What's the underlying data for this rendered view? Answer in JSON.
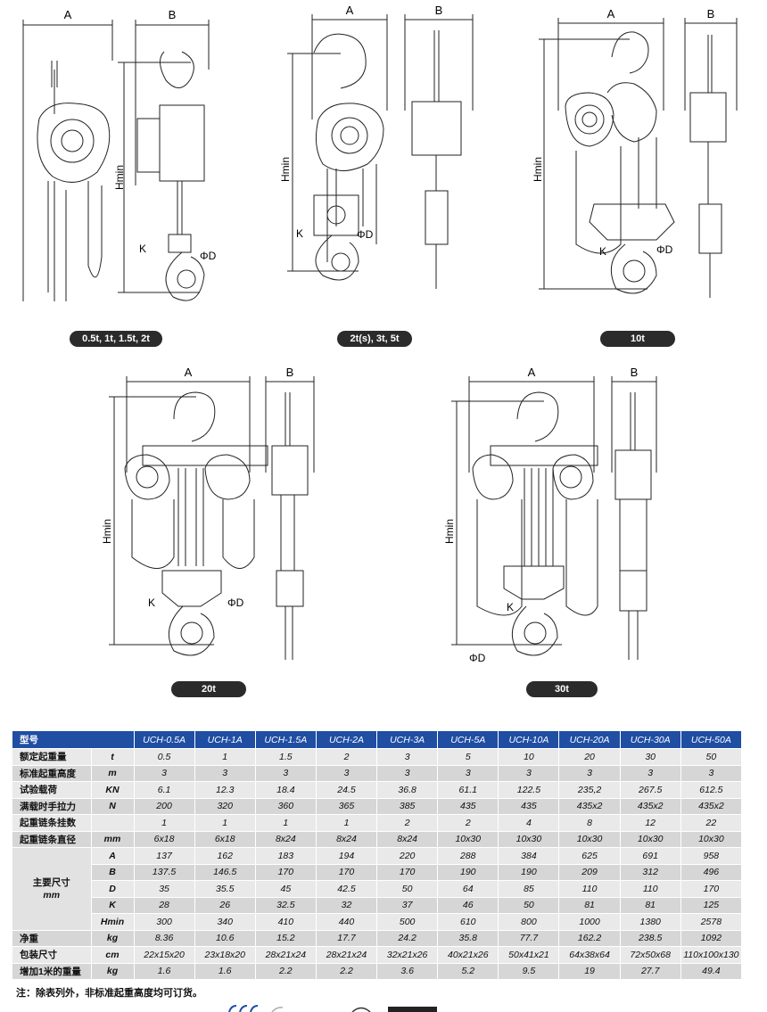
{
  "diagrams": [
    {
      "id": "d1",
      "pill": "0.5t, 1t, 1.5t, 2t"
    },
    {
      "id": "d2",
      "pill": "2t(s), 3t, 5t"
    },
    {
      "id": "d3",
      "pill": "10t"
    },
    {
      "id": "d4",
      "pill": "20t"
    },
    {
      "id": "d5",
      "pill": "30t"
    }
  ],
  "dim_labels": {
    "a": "A",
    "b": "B",
    "h": "Hmin",
    "k": "K",
    "d": "ΦD"
  },
  "table": {
    "header_label": "型号",
    "models": [
      "UCH-0.5A",
      "UCH-1A",
      "UCH-1.5A",
      "UCH-2A",
      "UCH-3A",
      "UCH-5A",
      "UCH-10A",
      "UCH-20A",
      "UCH-30A",
      "UCH-50A"
    ],
    "rows": [
      {
        "label": "额定起重量",
        "unit": "t",
        "values": [
          "0.5",
          "1",
          "1.5",
          "2",
          "3",
          "5",
          "10",
          "20",
          "30",
          "50"
        ]
      },
      {
        "label": "标准起重高度",
        "unit": "m",
        "values": [
          "3",
          "3",
          "3",
          "3",
          "3",
          "3",
          "3",
          "3",
          "3",
          "3"
        ]
      },
      {
        "label": "试验载荷",
        "unit": "KN",
        "values": [
          "6.1",
          "12.3",
          "18.4",
          "24.5",
          "36.8",
          "61.1",
          "122.5",
          "235,2",
          "267.5",
          "612.5"
        ]
      },
      {
        "label": "满载时手拉力",
        "unit": "N",
        "values": [
          "200",
          "320",
          "360",
          "365",
          "385",
          "435",
          "435",
          "435x2",
          "435x2",
          "435x2"
        ]
      },
      {
        "label": "起重链条挂数",
        "unit": "",
        "values": [
          "1",
          "1",
          "1",
          "1",
          "2",
          "2",
          "4",
          "8",
          "12",
          "22"
        ]
      },
      {
        "label": "起重链条直径",
        "unit": "mm",
        "values": [
          "6x18",
          "6x18",
          "8x24",
          "8x24",
          "8x24",
          "10x30",
          "10x30",
          "10x30",
          "10x30",
          "10x30"
        ]
      }
    ],
    "dims_label": "主要尺寸",
    "dims_unit": "mm",
    "dims": [
      {
        "unit": "A",
        "values": [
          "137",
          "162",
          "183",
          "194",
          "220",
          "288",
          "384",
          "625",
          "691",
          "958"
        ]
      },
      {
        "unit": "B",
        "values": [
          "137.5",
          "146.5",
          "170",
          "170",
          "170",
          "190",
          "190",
          "209",
          "312",
          "496"
        ]
      },
      {
        "unit": "D",
        "values": [
          "35",
          "35.5",
          "45",
          "42.5",
          "50",
          "64",
          "85",
          "110",
          "110",
          "170"
        ]
      },
      {
        "unit": "K",
        "values": [
          "28",
          "26",
          "32.5",
          "32",
          "37",
          "46",
          "50",
          "81",
          "81",
          "125"
        ]
      },
      {
        "unit": "Hmin",
        "values": [
          "300",
          "340",
          "410",
          "440",
          "500",
          "610",
          "800",
          "1000",
          "1380",
          "2578"
        ]
      }
    ],
    "tail": [
      {
        "label": "净重",
        "unit": "kg",
        "values": [
          "8.36",
          "10.6",
          "15.2",
          "17.7",
          "24.2",
          "35.8",
          "77.7",
          "162.2",
          "238.5",
          "1092"
        ]
      },
      {
        "label": "包装尺寸",
        "unit": "cm",
        "values": [
          "22x15x20",
          "23x18x20",
          "28x21x24",
          "28x21x24",
          "32x21x26",
          "40x21x26",
          "50x41x21",
          "64x38x64",
          "72x50x68",
          "110x100x130"
        ]
      },
      {
        "label": "增加1米的重量",
        "unit": "kg",
        "values": [
          "1.6",
          "1.6",
          "2.2",
          "2.2",
          "3.6",
          "5.2",
          "9.5",
          "19",
          "27.7",
          "49.4"
        ]
      }
    ]
  },
  "note": "注：除表列外，非标准起重高度均可订货。"
}
